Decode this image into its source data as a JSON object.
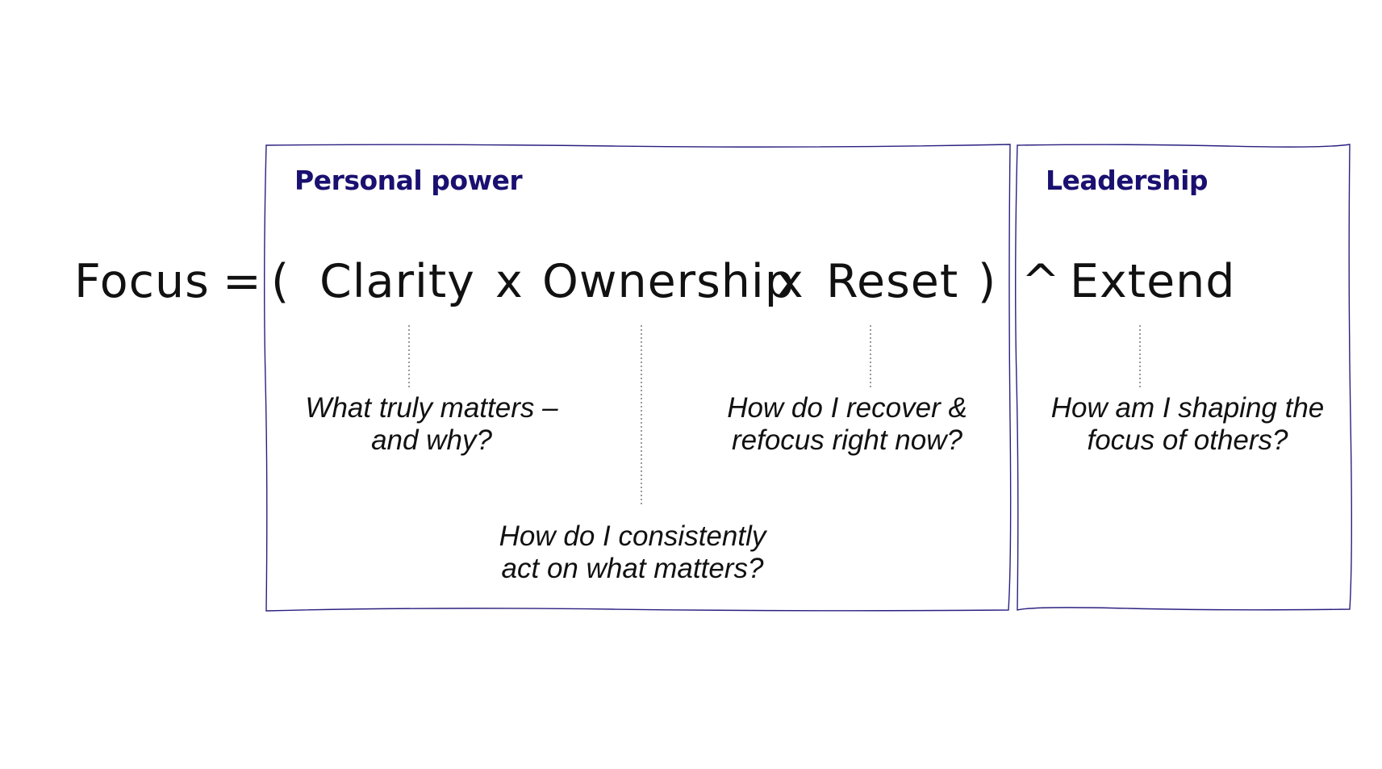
{
  "sections": {
    "personal_power": {
      "title": "Personal power"
    },
    "leadership": {
      "title": "Leadership"
    }
  },
  "equation": {
    "focus": "Focus",
    "equals": "=",
    "open_paren": "(",
    "clarity": "Clarity",
    "times_1": "x",
    "ownership": "Ownership",
    "times_2": "x",
    "reset": "Reset",
    "close_paren": ")",
    "caret": "^",
    "extend": "Extend"
  },
  "questions": {
    "clarity": {
      "line1": "What truly matters –",
      "line2": "and why?"
    },
    "ownership": {
      "line1": "How do I consistently",
      "line2": "act on what matters?"
    },
    "reset": {
      "line1": "How do I recover &",
      "line2": "refocus right now?"
    },
    "extend": {
      "line1": "How am I shaping the",
      "line2": "focus of others?"
    }
  },
  "colors": {
    "frame_stroke": "#2a2080",
    "title": "#1a1070",
    "text": "#111111",
    "connector": "#555555"
  }
}
